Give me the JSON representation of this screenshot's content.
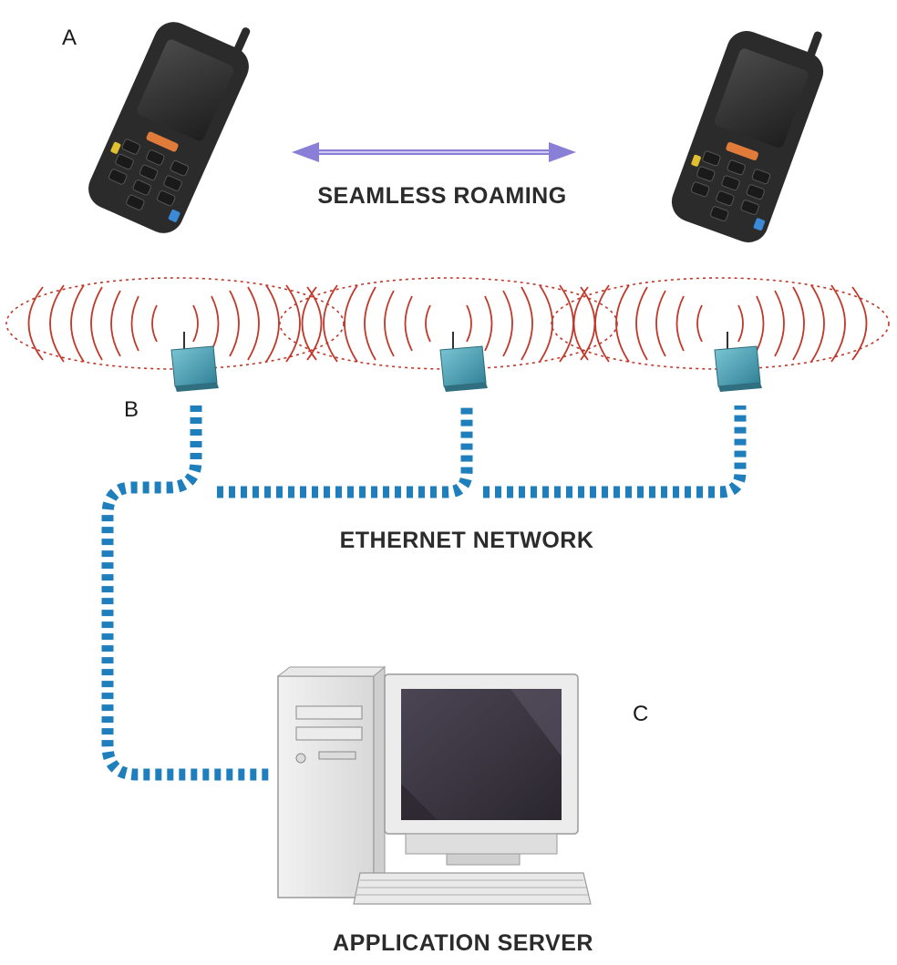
{
  "markers": {
    "a": "A",
    "b": "B",
    "c": "C"
  },
  "captions": {
    "roaming": "SEAMLESS ROAMING",
    "network": "ETHERNET NETWORK",
    "server": "APPLICATION SERVER"
  },
  "colors": {
    "cable": "#1f7fbd",
    "signal": "#c0392b",
    "access_point": "#4aa3b8",
    "arrow": "#8a7fd6",
    "device_body": "#2b2b2b",
    "monitor_screen": "#3a3540"
  },
  "icons": {
    "device_left": "handheld-terminal-icon",
    "device_right": "handheld-terminal-icon",
    "access_point": "wireless-access-point-icon",
    "server": "desktop-computer-icon"
  }
}
